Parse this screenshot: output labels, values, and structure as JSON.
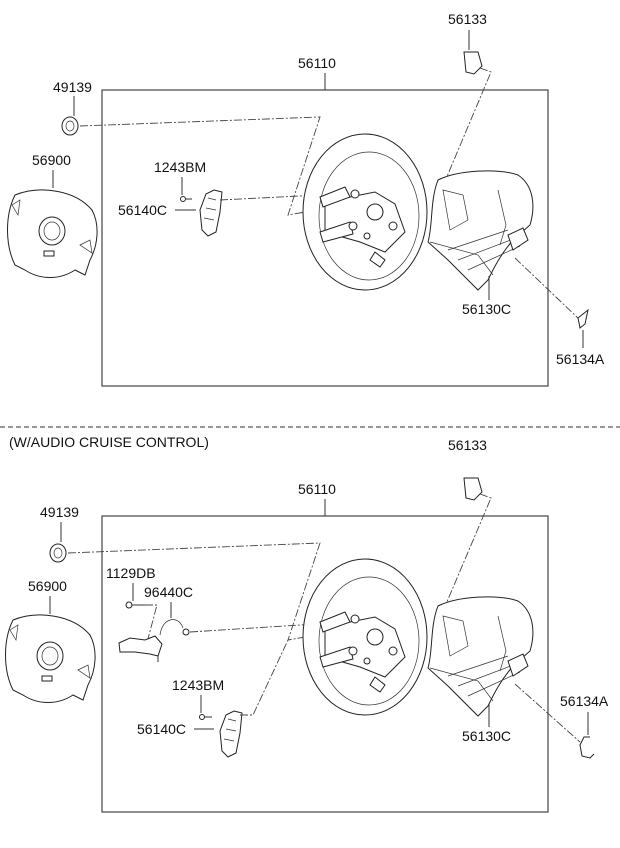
{
  "diagram": {
    "separator_caption": "(W/AUDIO CRUISE CONTROL)",
    "top_section": {
      "labels": {
        "p56133": "56133",
        "p56110": "56110",
        "p49139": "49139",
        "p56900": "56900",
        "p1243BM": "1243BM",
        "p56140C": "56140C",
        "p56130C": "56130C",
        "p56134A": "56134A"
      }
    },
    "bottom_section": {
      "labels": {
        "p56133": "56133",
        "p56110": "56110",
        "p49139": "49139",
        "p56900": "56900",
        "p1129DB": "1129DB",
        "p96440C": "96440C",
        "p1243BM": "1243BM",
        "p56140C": "56140C",
        "p56130C": "56130C",
        "p56134A": "56134A"
      }
    }
  }
}
